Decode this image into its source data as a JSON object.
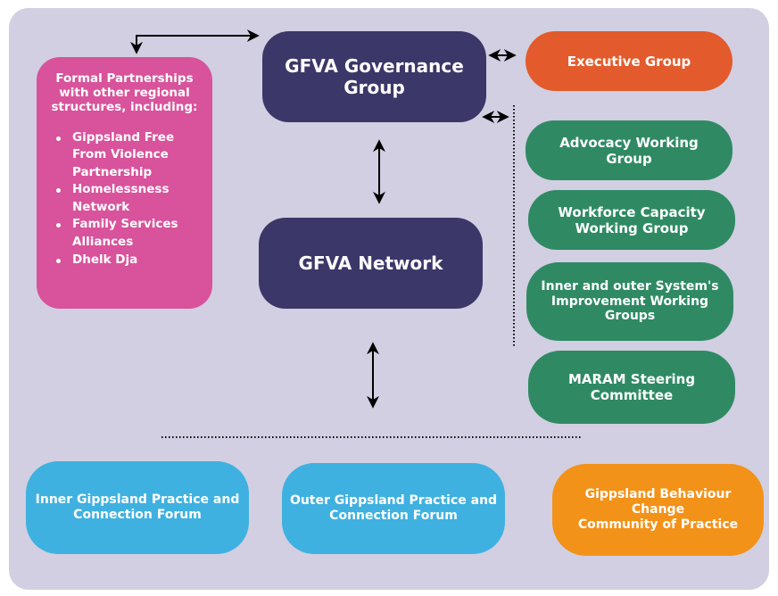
{
  "diagram": {
    "governance": {
      "line1": "GFVA Governance",
      "line2": "Group"
    },
    "network": "GFVA Network",
    "executive": "Executive Group",
    "working_groups": [
      {
        "line1": "Advocacy Working",
        "line2": "Group"
      },
      {
        "line1": "Workforce Capacity",
        "line2": "Working Group"
      },
      {
        "line1": "Inner and outer System's",
        "line2": "Improvement Working",
        "line3": "Groups"
      },
      {
        "line1": "MARAM Steering",
        "line2": "Committee"
      }
    ],
    "partnerships": {
      "heading": [
        "Formal Partnerships",
        "with other regional",
        "structures, including:"
      ],
      "items": [
        [
          "Gippsland Free",
          "From Violence",
          "Partnership"
        ],
        [
          "Homelessness",
          "Network"
        ],
        [
          "Family Services",
          "Alliances"
        ],
        [
          "Dhelk Dja"
        ]
      ]
    },
    "forums": [
      {
        "line1": "Inner Gippsland Practice and",
        "line2": "Connection Forum"
      },
      {
        "line1": "Outer Gippsland Practice and",
        "line2": "Connection Forum"
      }
    ],
    "behaviour": {
      "line1": "Gippsland Behaviour",
      "line2": "Change",
      "line3": "Community of Practice"
    },
    "colors": {
      "background": "#d1cfe1",
      "navy": "#3c3769",
      "orange_red": "#e35b2c",
      "green": "#2f8a64",
      "pink": "#d8539b",
      "blue": "#3fb1e0",
      "orange": "#f39219"
    }
  }
}
